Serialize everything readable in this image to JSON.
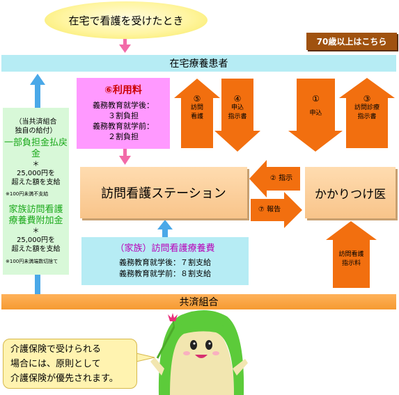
{
  "top_ellipse": "在宅で看護を受けたとき",
  "age70_button": "70歳以上はこちら",
  "patient_bar": "在宅療養患者",
  "pink_box": {
    "title": "⑥利用料",
    "line1": "義務教育就学後：",
    "line2": "３割負担",
    "line3": "義務教育就学前：",
    "line4": "２割負担"
  },
  "arrows": {
    "a5_num": "⑤",
    "a5_l1": "訪問",
    "a5_l2": "看護",
    "a4_num": "④",
    "a4_l1": "申込",
    "a4_l2": "指示書",
    "a1_num": "①",
    "a1_l1": "申込",
    "a3_num": "③",
    "a3_l1": "訪問診療",
    "a3_l2": "指示書",
    "a2": "② 指示",
    "a7": "⑦ 報告",
    "fee_l1": "訪問看護",
    "fee_l2": "指示料"
  },
  "station_box": "訪問看護ステーション",
  "doctor_box": "かかりつけ医",
  "blue_box": {
    "title": "（家族）訪問看護療養費",
    "line1": "義務教育就学後：７割支給",
    "line2": "義務教育就学前：８割支給"
  },
  "green_panel": {
    "head1": "（当共済組合",
    "head2": "独自の給付）",
    "item1": "一部負担金払戻金",
    "star1": "＊",
    "amount1a": "25,000円を",
    "amount1b": "超えた額を支給",
    "note1": "※100円未満不支給",
    "item2a": "家族訪問看護",
    "item2b": "療養費附加金",
    "star2": "＊",
    "amount2a": "25,000円を",
    "amount2b": "超えた額を支給",
    "note2": "※100円未満端数切捨て"
  },
  "kyosai_bar": "共済組合",
  "speech": {
    "line1": "介護保険で受けられる",
    "line2": "場合には、原則として",
    "line3": "介護保険が優先されます。"
  },
  "colors": {
    "arrow_orange": "#f26f0f",
    "arrow_blue": "#4aa8e8",
    "arrow_pink": "#f26aa8",
    "patient_bar": "#b6ecf4",
    "pink_box": "#ff99ff"
  }
}
